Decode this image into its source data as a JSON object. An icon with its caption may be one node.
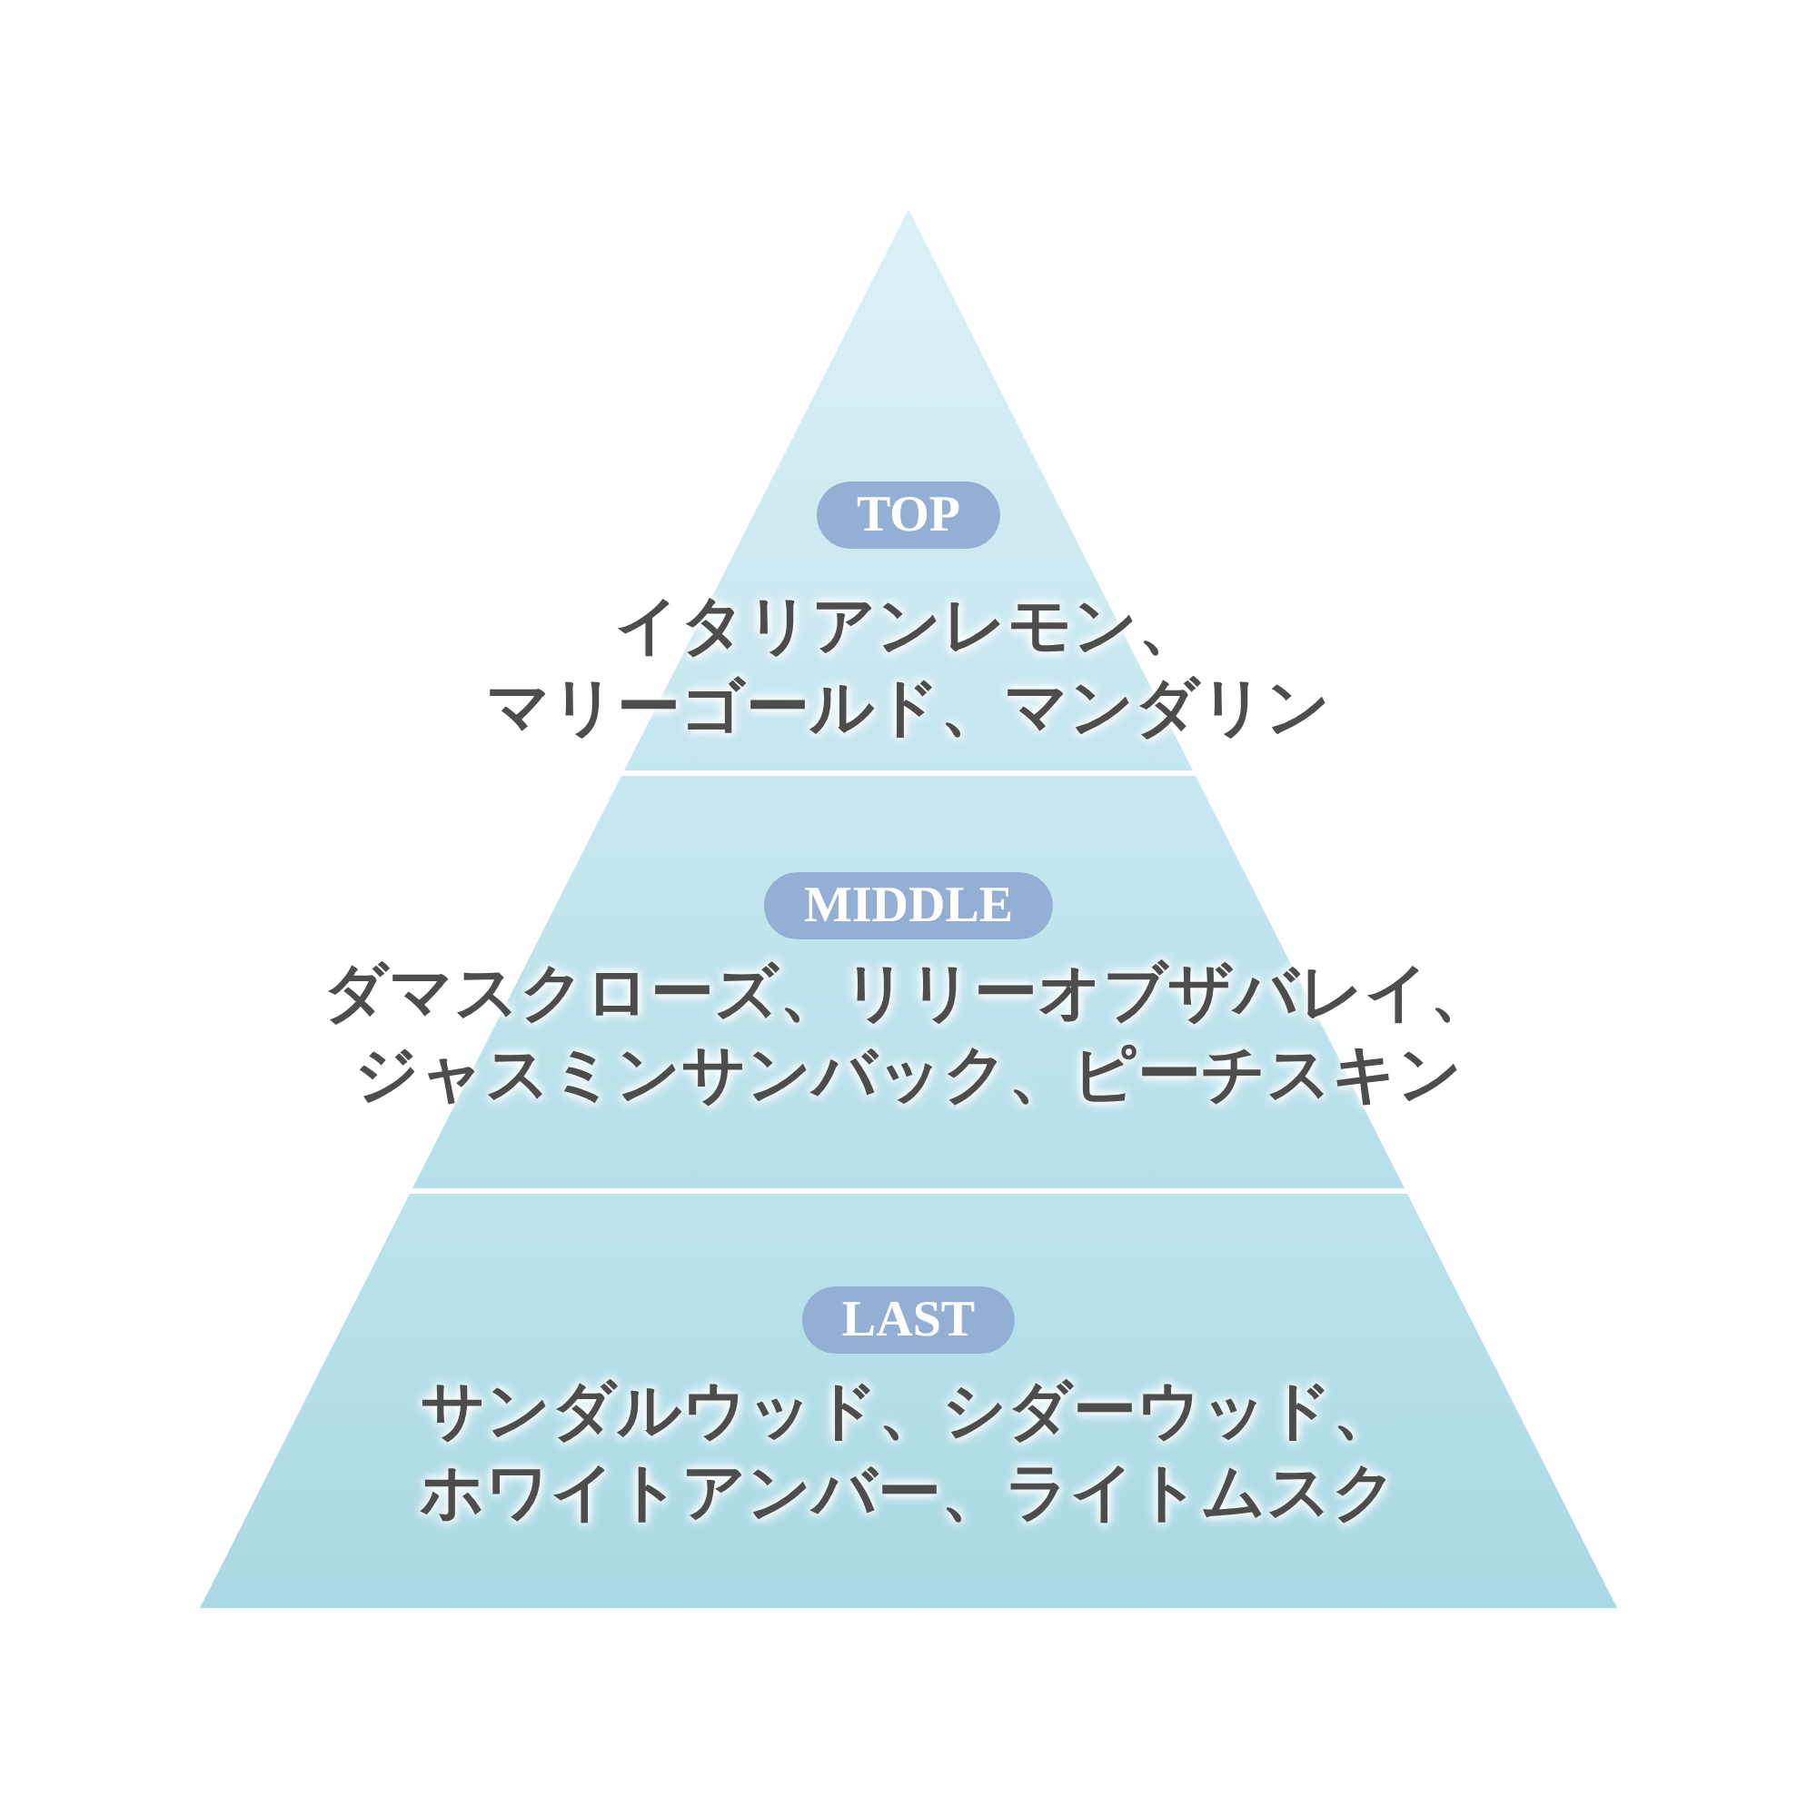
{
  "diagram": {
    "nodes": [
      {
        "text": [
          "TOP",
          "イタリアンレモン、マリーゴールド、マンダリン"
        ]
      },
      {
        "text": [
          "MIDDLE",
          "ダマスクローズ、リリーオブザバレイ、ジャスミンサンバック、ピーチスキン"
        ]
      },
      {
        "text": [
          "LAST",
          "サンダルウッド、シダーウッド、ホワイトアンバー、ライトムスク"
        ]
      }
    ]
  }
}
